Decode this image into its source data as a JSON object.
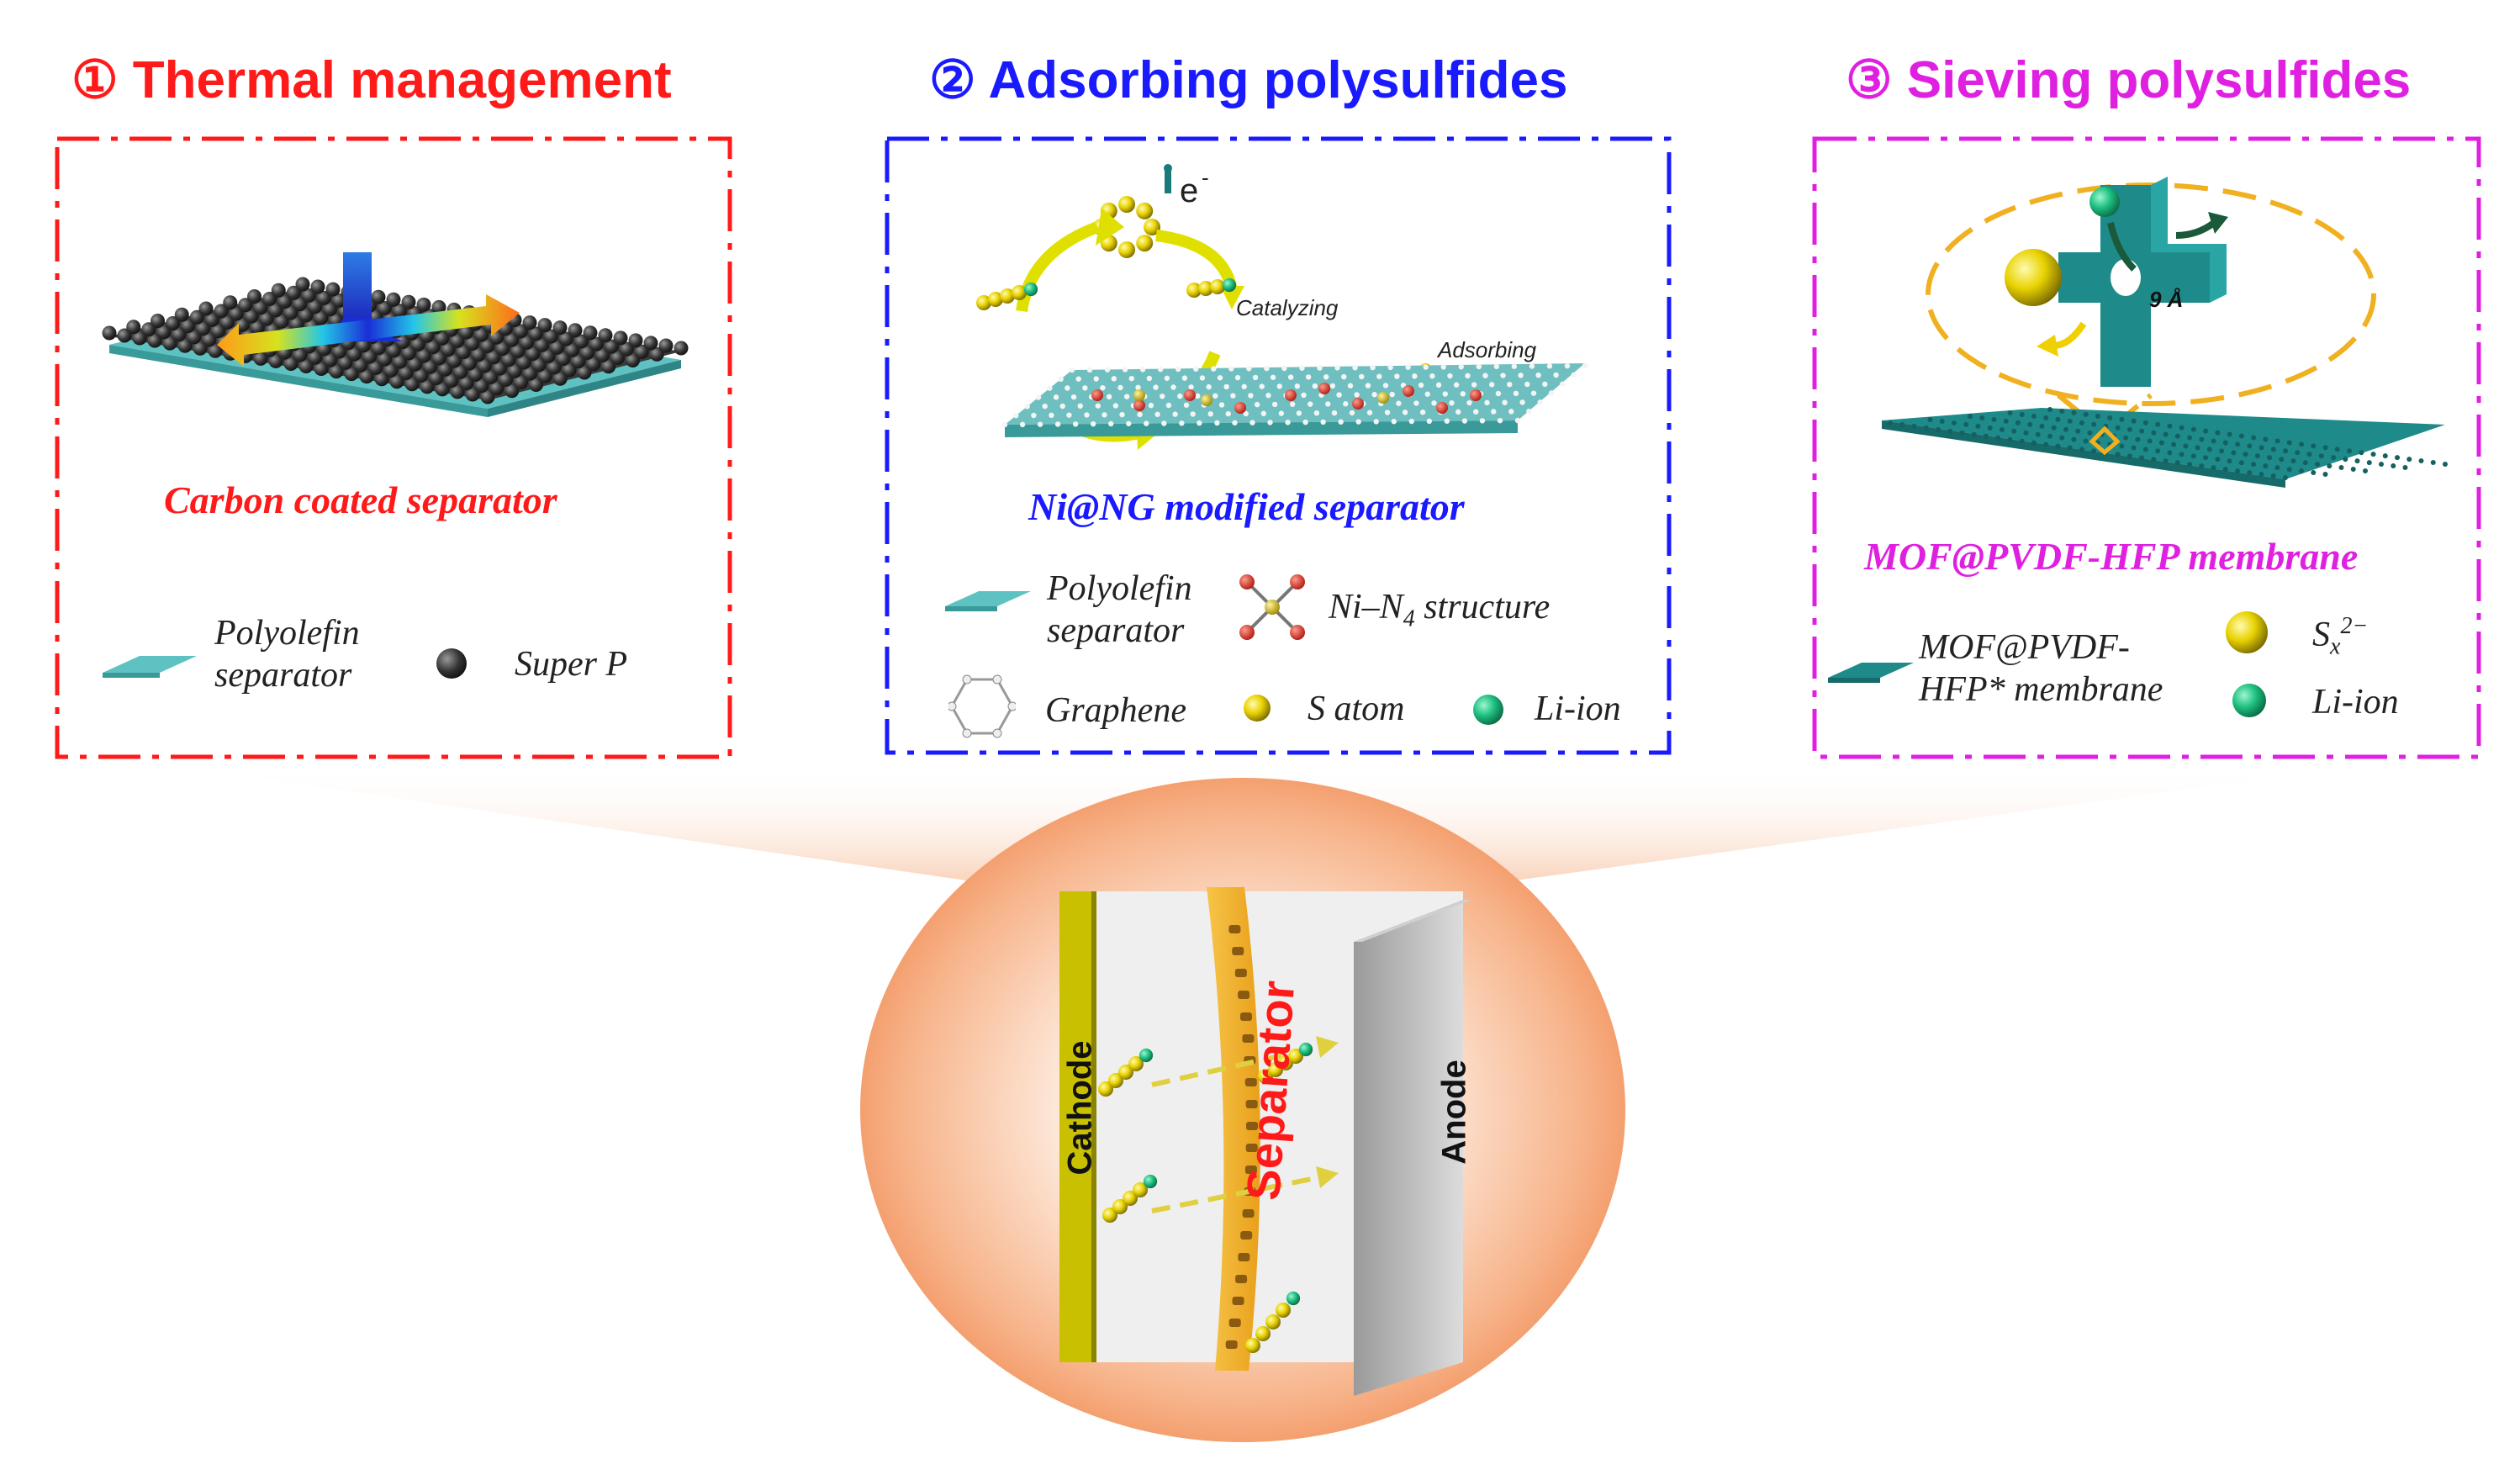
{
  "panels": [
    {
      "title": "① Thermal management",
      "caption": "Carbon coated separator",
      "legend": {
        "item1_line1": "Polyolefin",
        "item1_line2": "separator",
        "item2": "Super P"
      },
      "colors": {
        "frame": "#ff1a1a",
        "title": "#ff1a1a"
      }
    },
    {
      "title": "② Adsorbing polysulfides",
      "caption": "Ni@NG modified separator",
      "annotations": {
        "electron": "e",
        "electron_sup": "-",
        "catalyzing": "Catalyzing",
        "adsorbing": "Adsorbing"
      },
      "legend": {
        "item1_line1": "Polyolefin",
        "item1_line2": "separator",
        "item2": "Ni–N",
        "item2_sub": "4",
        "item2_rest": " structure",
        "item3": "Graphene",
        "item4": "S atom",
        "item5": "Li-ion"
      },
      "colors": {
        "frame": "#1a1aff",
        "title": "#1a1aff"
      }
    },
    {
      "title": "③ Sieving polysulfides",
      "caption": "MOF@PVDF-HFP membrane",
      "annotations": {
        "pore": "9 Å"
      },
      "legend": {
        "item1_line1": "MOF@PVDF-",
        "item1_line2": "HFP* membrane",
        "item2": "S",
        "item2_sub": "x",
        "item2_sup": "2−",
        "item3": "Li-ion"
      },
      "colors": {
        "frame": "#e020e0",
        "title": "#e020e0"
      }
    }
  ],
  "battery": {
    "cathode": "Cathode",
    "separator": "Separator",
    "anode": "Anode"
  },
  "icons": [
    "polyolefin-separator-icon",
    "super-p-sphere-icon",
    "ni-n4-structure-icon",
    "graphene-hexagon-icon",
    "s-atom-icon",
    "li-ion-icon",
    "sx-polysulfide-icon"
  ],
  "colors": {
    "teal": "#4fb3b3",
    "sulfur": "#e8d200",
    "li": "#1ec080",
    "carbon": "#444444",
    "glow": "#f5a06e"
  }
}
